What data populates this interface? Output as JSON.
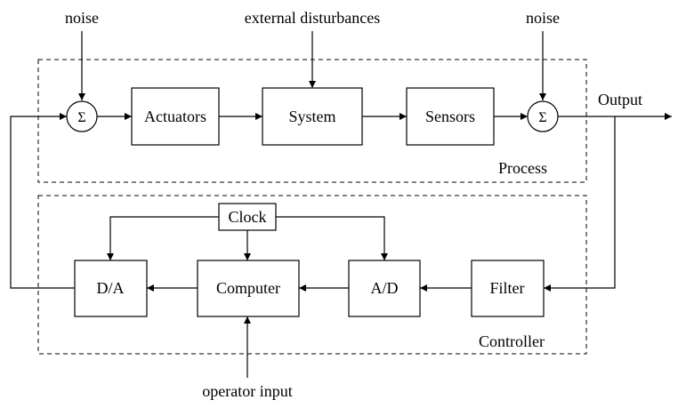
{
  "labels": {
    "noise_left": "noise",
    "external_disturbances": "external disturbances",
    "noise_right": "noise",
    "output": "Output",
    "process": "Process",
    "controller": "Controller",
    "operator_input": "operator input"
  },
  "blocks": {
    "actuators": "Actuators",
    "system": "System",
    "sensors": "Sensors",
    "clock": "Clock",
    "da": "D/A",
    "computer": "Computer",
    "ad": "A/D",
    "filter": "Filter"
  },
  "summing_junctions": {
    "left": "Σ",
    "right": "Σ"
  }
}
